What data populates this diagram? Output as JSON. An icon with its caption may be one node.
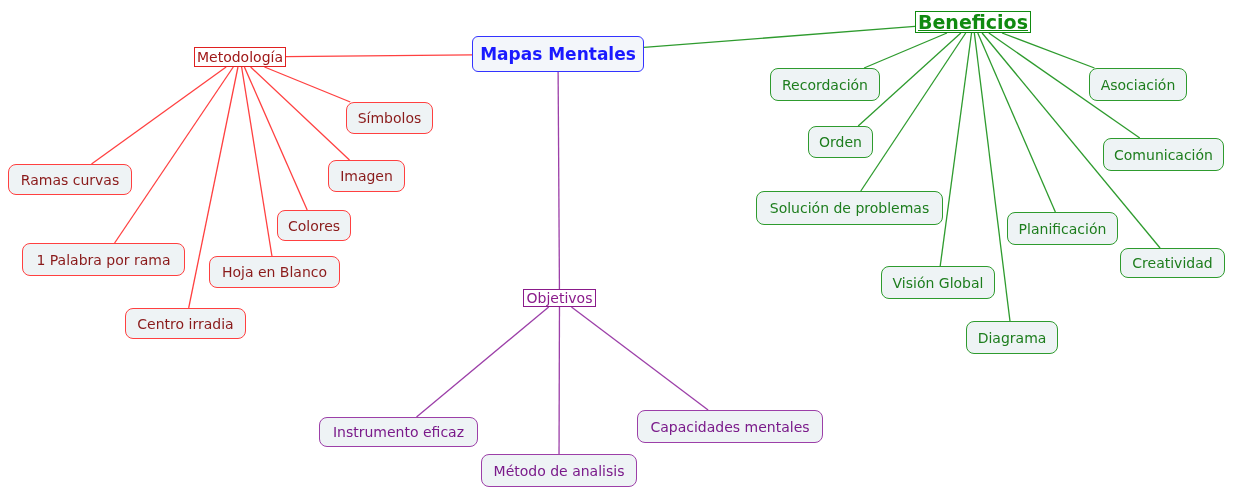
{
  "diagram": {
    "nodes": [
      {
        "text": [
          "Mapas Mentales"
        ]
      },
      {
        "text": [
          "Metodología"
        ]
      },
      {
        "text": [
          "Beneficios"
        ]
      },
      {
        "text": [
          "Símbolos"
        ]
      },
      {
        "text": [
          "Ramas curvas"
        ]
      },
      {
        "text": [
          "Imagen"
        ]
      },
      {
        "text": [
          "Colores"
        ]
      },
      {
        "text": [
          "1 Palabra por rama"
        ]
      },
      {
        "text": [
          "Hoja en Blanco"
        ]
      },
      {
        "text": [
          "Centro irradia"
        ]
      },
      {
        "text": [
          "Recordación"
        ]
      },
      {
        "text": [
          "Asociación"
        ]
      },
      {
        "text": [
          "Orden"
        ]
      },
      {
        "text": [
          "Comunicación"
        ]
      },
      {
        "text": [
          "Solución de problemas"
        ]
      },
      {
        "text": [
          "Planificación"
        ]
      },
      {
        "text": [
          "Creatividad"
        ]
      },
      {
        "text": [
          "Visión Global"
        ]
      },
      {
        "text": [
          "Diagrama"
        ]
      },
      {
        "text": [
          "Objetivos"
        ]
      },
      {
        "text": [
          "Instrumento eficaz"
        ]
      },
      {
        "text": [
          "Capacidades mentales"
        ]
      },
      {
        "text": [
          "Método de analisis"
        ]
      }
    ],
    "edges": [
      {
        "from": 0,
        "to": 1,
        "arrow": "none",
        "color": "#ff4040"
      },
      {
        "from": 0,
        "to": 2,
        "arrow": "none"
      },
      {
        "from": 0,
        "to": 19,
        "arrow": "none",
        "color": "#9c3fa8"
      },
      {
        "from": 1,
        "to": 3,
        "arrow": "none",
        "color": "#ff4040"
      },
      {
        "from": 1,
        "to": 4,
        "arrow": "none",
        "color": "#ff4040"
      },
      {
        "from": 1,
        "to": 5,
        "arrow": "none",
        "color": "#ff4040"
      },
      {
        "from": 1,
        "to": 6,
        "arrow": "none",
        "color": "#ff4040"
      },
      {
        "from": 1,
        "to": 7,
        "arrow": "none",
        "color": "#ff4040"
      },
      {
        "from": 1,
        "to": 8,
        "arrow": "none",
        "color": "#ff4040"
      },
      {
        "from": 1,
        "to": 9,
        "arrow": "none",
        "color": "#ff4040"
      },
      {
        "from": 2,
        "to": 10,
        "arrow": "none"
      },
      {
        "from": 2,
        "to": 11,
        "arrow": "none"
      },
      {
        "from": 2,
        "to": 12,
        "arrow": "none"
      },
      {
        "from": 2,
        "to": 13,
        "arrow": "none"
      },
      {
        "from": 2,
        "to": 14,
        "arrow": "none"
      },
      {
        "from": 2,
        "to": 15,
        "arrow": "none"
      },
      {
        "from": 2,
        "to": 16,
        "arrow": "none"
      },
      {
        "from": 2,
        "to": 17,
        "arrow": "none"
      },
      {
        "from": 2,
        "to": 18,
        "arrow": "none"
      },
      {
        "from": 19,
        "to": 20,
        "arrow": "none",
        "color": "#9c3fa8"
      },
      {
        "from": 19,
        "to": 21,
        "arrow": "none",
        "color": "#9c3fa8"
      },
      {
        "from": 19,
        "to": 22,
        "arrow": "none",
        "color": "#9c3fa8"
      }
    ]
  }
}
